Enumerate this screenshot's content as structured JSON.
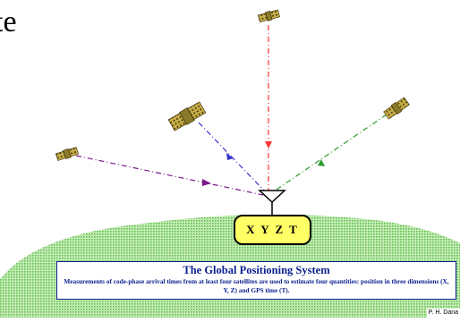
{
  "top_text_fragment": "te",
  "receiver_label": "X Y Z T",
  "caption": {
    "title": "The Global Positioning System",
    "body": "Measurements of code-phase arrival times from at least four satellites are used to estimate four quantities: position in three dimensions (X, Y, Z) and GPS time (T)."
  },
  "credit": "P. H. Dana",
  "colors": {
    "earth": "#9ad47a",
    "caption_text": "#0a1f8f",
    "receiver_box": "#ffff66",
    "signal_top": "#ff3333",
    "signal_right": "#2a9a2a",
    "signal_mid_left": "#3333cc",
    "signal_far_left": "#7a1a8a",
    "satellite": "#7a6a1a"
  },
  "icons": [
    "satellite-icon",
    "antenna-icon"
  ]
}
